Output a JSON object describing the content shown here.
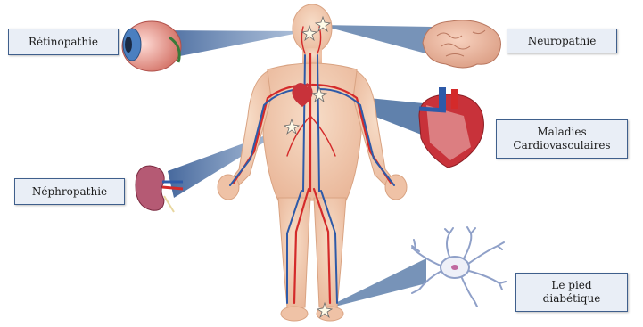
{
  "labels": {
    "retinopathie": "Rétinopathie",
    "neuropathie": "Neuropathie",
    "maladies_line1": "Maladies",
    "maladies_line2": "Cardiovasculaires",
    "nephropathie": "Néphropathie",
    "pied_line1": "Le pied",
    "pied_line2": "diabétique"
  },
  "colors": {
    "label_border": "#3f5f8c",
    "label_fill": "#e9eef6",
    "beam": "#4a6fa0",
    "skin": "#f2c9ad",
    "artery": "#d42a2a",
    "vein": "#2e5aa8"
  }
}
